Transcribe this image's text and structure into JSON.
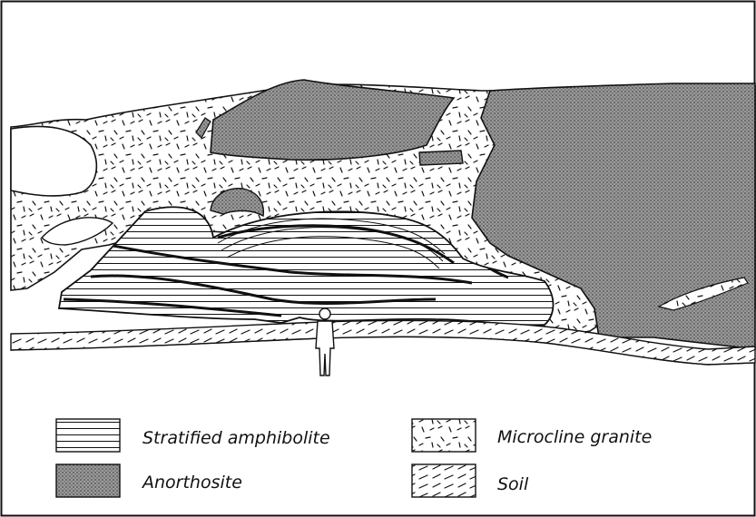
{
  "legend": {
    "items": [
      {
        "label": "Stratified amphibolite",
        "pattern": "horizontal-lines"
      },
      {
        "label": "Anorthosite",
        "pattern": "dense-stipple"
      },
      {
        "label": "Microcline granite",
        "pattern": "random-dashes"
      },
      {
        "label": "Soil",
        "pattern": "oblique-dashes"
      }
    ]
  },
  "colors": {
    "ink": "#111111",
    "paper": "#ffffff",
    "stipple": "#8f8f8f"
  }
}
